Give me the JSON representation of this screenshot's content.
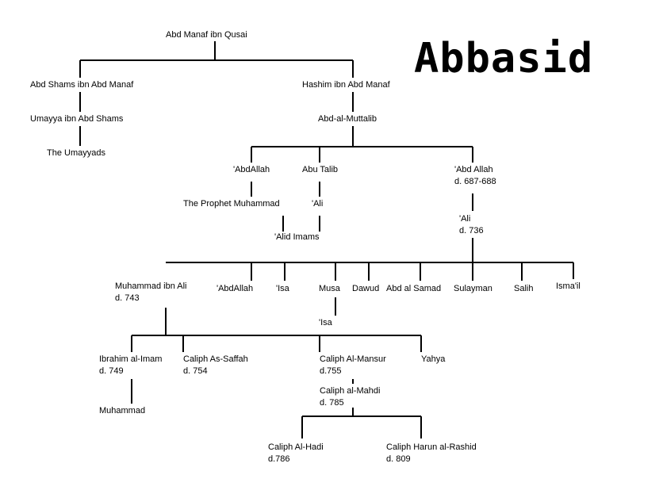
{
  "diagram": {
    "title": "Abbasid",
    "nodes": {
      "abd_manaf": [
        "Abd Manaf ibn Qusai"
      ],
      "abd_shams": [
        "Abd Shams ibn Abd Manaf"
      ],
      "hashim": [
        "Hashim ibn Abd Manaf"
      ],
      "umayya": [
        "Umayya ibn Abd Shams"
      ],
      "umayyads": [
        "The Umayyads"
      ],
      "abd_al_muttalib": [
        "Abd-al-Muttalib"
      ],
      "abdallah_father": [
        "'AbdAllah"
      ],
      "abu_talib": [
        "Abu Talib"
      ],
      "abd_allah_687": [
        "'Abd Allah",
        "d. 687-688"
      ],
      "prophet": [
        "The Prophet Muhammad"
      ],
      "ali": [
        "'Ali"
      ],
      "alid_imams": [
        "'Alid Imams"
      ],
      "ali_736": [
        "'Ali",
        "d. 736"
      ],
      "muhammad_ibn_ali": [
        "Muhammad ibn Ali",
        "d. 743"
      ],
      "abdallah_son": [
        "'AbdAllah"
      ],
      "isa": [
        "'Isa"
      ],
      "musa": [
        "Musa"
      ],
      "dawud": [
        "Dawud"
      ],
      "abd_al_samad": [
        "Abd al Samad"
      ],
      "sulayman": [
        "Sulayman"
      ],
      "salih": [
        "Salih"
      ],
      "ismail": [
        "Isma'il"
      ],
      "isa_son_of_musa": [
        "'Isa"
      ],
      "ibrahim": [
        "Ibrahim al-Imam",
        "d. 749"
      ],
      "saffah": [
        "Caliph As-Saffah",
        "d. 754"
      ],
      "mansur": [
        "Caliph Al-Mansur",
        "d.755"
      ],
      "yahya": [
        "Yahya"
      ],
      "muhammad_son": [
        "Muhammad"
      ],
      "mahdi": [
        "Caliph al-Mahdi",
        "d. 785"
      ],
      "hadi": [
        "Caliph Al-Hadi",
        "d.786"
      ],
      "rashid": [
        "Caliph Harun al-Rashid",
        "d. 809"
      ]
    },
    "edges": [
      [
        "abd_manaf",
        "abd_shams"
      ],
      [
        "abd_manaf",
        "hashim"
      ],
      [
        "abd_shams",
        "umayya"
      ],
      [
        "umayya",
        "umayyads"
      ],
      [
        "hashim",
        "abd_al_muttalib"
      ],
      [
        "abd_al_muttalib",
        "abdallah_father"
      ],
      [
        "abd_al_muttalib",
        "abu_talib"
      ],
      [
        "abd_al_muttalib",
        "abd_allah_687"
      ],
      [
        "abdallah_father",
        "prophet"
      ],
      [
        "abu_talib",
        "ali"
      ],
      [
        "prophet",
        "alid_imams"
      ],
      [
        "ali",
        "alid_imams"
      ],
      [
        "abd_allah_687",
        "ali_736"
      ],
      [
        "ali_736",
        "muhammad_ibn_ali"
      ],
      [
        "ali_736",
        "abdallah_son"
      ],
      [
        "ali_736",
        "isa"
      ],
      [
        "ali_736",
        "musa"
      ],
      [
        "ali_736",
        "dawud"
      ],
      [
        "ali_736",
        "abd_al_samad"
      ],
      [
        "ali_736",
        "sulayman"
      ],
      [
        "ali_736",
        "salih"
      ],
      [
        "ali_736",
        "ismail"
      ],
      [
        "musa",
        "isa_son_of_musa"
      ],
      [
        "muhammad_ibn_ali",
        "ibrahim"
      ],
      [
        "muhammad_ibn_ali",
        "saffah"
      ],
      [
        "muhammad_ibn_ali",
        "mansur"
      ],
      [
        "muhammad_ibn_ali",
        "yahya"
      ],
      [
        "ibrahim",
        "muhammad_son"
      ],
      [
        "mansur",
        "mahdi"
      ],
      [
        "mahdi",
        "hadi"
      ],
      [
        "mahdi",
        "rashid"
      ]
    ],
    "line_color": "#000000"
  }
}
